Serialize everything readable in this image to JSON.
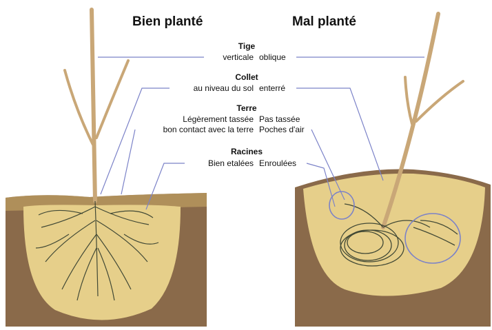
{
  "titles": {
    "good": "Bien planté",
    "bad": "Mal planté"
  },
  "sections": {
    "tige": {
      "heading": "Tige",
      "good": [
        "verticale"
      ],
      "bad": [
        "oblique"
      ]
    },
    "collet": {
      "heading": "Collet",
      "good": [
        "au niveau du sol"
      ],
      "bad": [
        "enterré"
      ]
    },
    "terre": {
      "heading": "Terre",
      "good": [
        "Légèrement tassée",
        "bon contact avec la terre"
      ],
      "bad": [
        "Pas tassée",
        "Poches d'air"
      ]
    },
    "racines": {
      "heading": "Racines",
      "good": [
        "Bien etalées"
      ],
      "bad": [
        "Enroulées"
      ]
    }
  },
  "colors": {
    "leader": "#7b82c8",
    "soil_light": "#e6cf8a",
    "soil_dark": "#8a6a4a",
    "trunk": "#c9a777",
    "roots": "#2f3a2c"
  }
}
